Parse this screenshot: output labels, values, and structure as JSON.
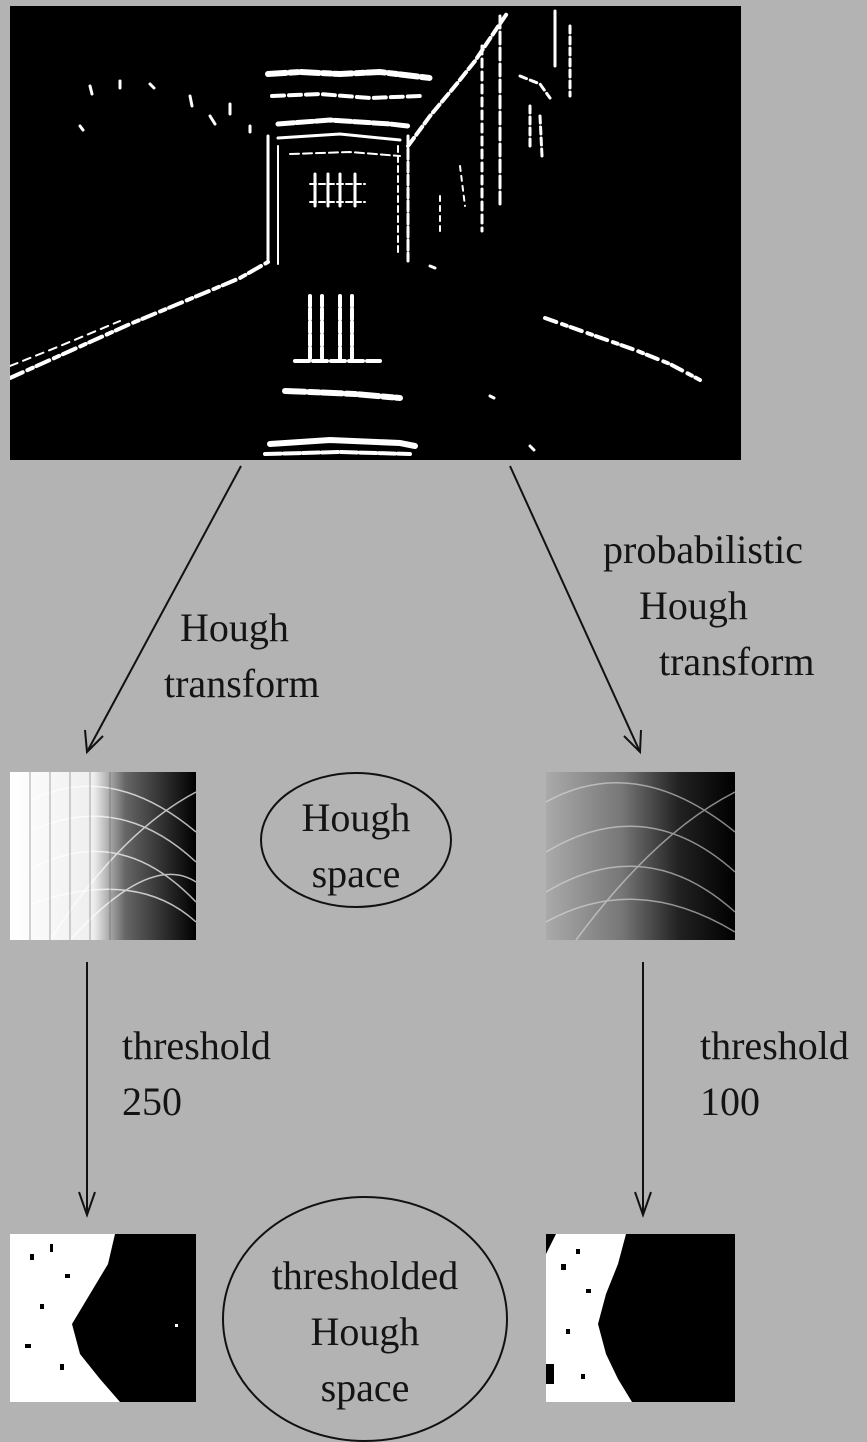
{
  "labels": {
    "left_transform": [
      "Hough",
      "transform"
    ],
    "right_transform": [
      "probabilistic",
      "Hough",
      "transform"
    ],
    "hough_space": [
      "Hough",
      "space"
    ],
    "left_threshold": [
      "threshold",
      "250"
    ],
    "right_threshold": [
      "threshold",
      "100"
    ],
    "thresholded_space": [
      "thresholded",
      "Hough",
      "space"
    ]
  },
  "colors": {
    "background": "#b3b3b3",
    "panel": "#000000",
    "edges": "#ffffff",
    "ink": "#141414"
  }
}
